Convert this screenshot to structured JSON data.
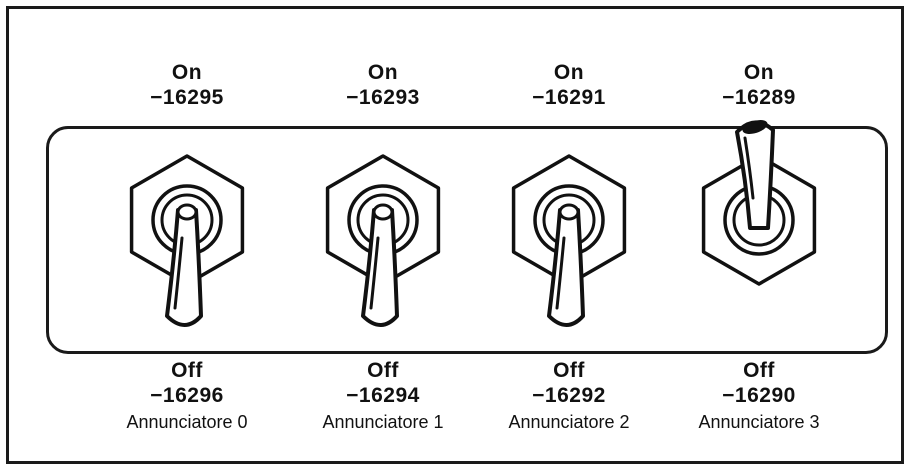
{
  "switches": [
    {
      "on_label": "On",
      "on_address": "−16295",
      "off_label": "Off",
      "off_address": "−16296",
      "name": "Annunciatore 0",
      "state": "off"
    },
    {
      "on_label": "On",
      "on_address": "−16293",
      "off_label": "Off",
      "off_address": "−16294",
      "name": "Annunciatore 1",
      "state": "off"
    },
    {
      "on_label": "On",
      "on_address": "−16291",
      "off_label": "Off",
      "off_address": "−16292",
      "name": "Annunciatore 2",
      "state": "off"
    },
    {
      "on_label": "On",
      "on_address": "−16289",
      "off_label": "Off",
      "off_address": "−16290",
      "name": "Annunciatore 3",
      "state": "on"
    }
  ]
}
